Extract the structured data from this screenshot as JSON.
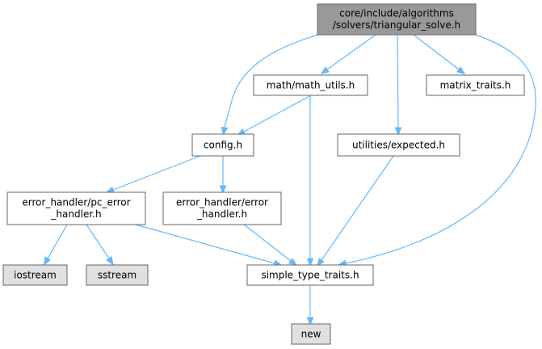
{
  "colors": {
    "root_fill": "#999999",
    "node_fill": "#ffffff",
    "system_fill": "#e0e0e0",
    "border": "#666666",
    "edge": "#63b8ff"
  },
  "nodes": [
    {
      "id": "root",
      "lines": [
        "core/include/algorithms",
        "/solvers/triangular_solve.h"
      ],
      "kind": "root"
    },
    {
      "id": "math_utils",
      "lines": [
        "math/math_utils.h"
      ],
      "kind": "normal"
    },
    {
      "id": "matrix_traits",
      "lines": [
        "matrix_traits.h"
      ],
      "kind": "normal"
    },
    {
      "id": "config",
      "lines": [
        "config.h"
      ],
      "kind": "normal"
    },
    {
      "id": "expected",
      "lines": [
        "utilities/expected.h"
      ],
      "kind": "normal"
    },
    {
      "id": "pc_error_handler",
      "lines": [
        "error_handler/pc_error",
        "_handler.h"
      ],
      "kind": "normal"
    },
    {
      "id": "error_handler",
      "lines": [
        "error_handler/error",
        "_handler.h"
      ],
      "kind": "normal"
    },
    {
      "id": "iostream",
      "lines": [
        "iostream"
      ],
      "kind": "system"
    },
    {
      "id": "sstream",
      "lines": [
        "sstream"
      ],
      "kind": "system"
    },
    {
      "id": "simple_type_traits",
      "lines": [
        "simple_type_traits.h"
      ],
      "kind": "normal"
    },
    {
      "id": "new",
      "lines": [
        "new"
      ],
      "kind": "system"
    }
  ],
  "edges": [
    {
      "from": "root",
      "to": "math_utils"
    },
    {
      "from": "root",
      "to": "matrix_traits"
    },
    {
      "from": "root",
      "to": "config"
    },
    {
      "from": "root",
      "to": "expected"
    },
    {
      "from": "root",
      "to": "simple_type_traits"
    },
    {
      "from": "math_utils",
      "to": "config"
    },
    {
      "from": "math_utils",
      "to": "simple_type_traits"
    },
    {
      "from": "config",
      "to": "pc_error_handler"
    },
    {
      "from": "config",
      "to": "error_handler"
    },
    {
      "from": "expected",
      "to": "simple_type_traits"
    },
    {
      "from": "pc_error_handler",
      "to": "iostream"
    },
    {
      "from": "pc_error_handler",
      "to": "sstream"
    },
    {
      "from": "pc_error_handler",
      "to": "simple_type_traits"
    },
    {
      "from": "error_handler",
      "to": "simple_type_traits"
    },
    {
      "from": "simple_type_traits",
      "to": "new"
    }
  ]
}
